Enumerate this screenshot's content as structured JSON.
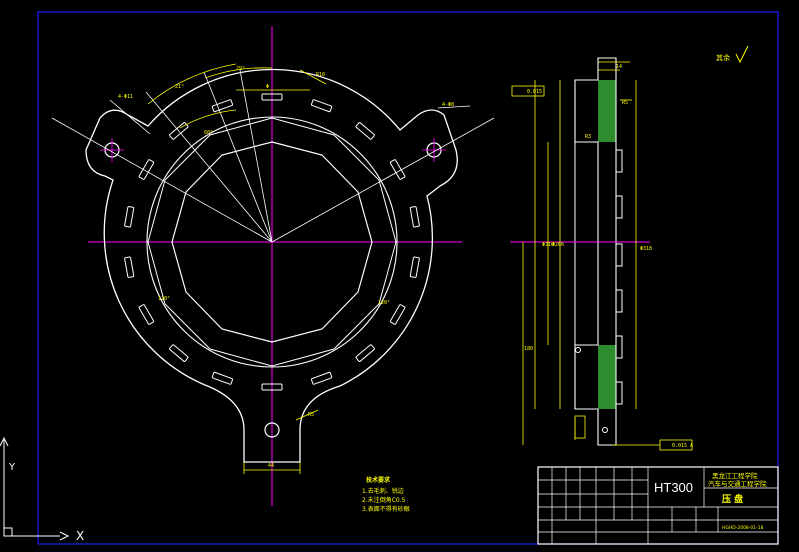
{
  "drawing": {
    "title_block": {
      "material": "HT300",
      "school_line1": "黑龙江工程学院",
      "school_line2": "汽车与交通工程学院",
      "part_name": "压 盘",
      "drawing_no": "HGHD-2008-01-18"
    },
    "tech_requirements": {
      "heading": "技术要求",
      "items": [
        "1.去毛刺、锐边",
        "2.未注倒角C0.5",
        "3.表面不得有砂眼"
      ]
    },
    "surface_note": "其余",
    "ucs": {
      "x_label": "X",
      "y_label": "Y"
    },
    "colors": {
      "frame": "#1a1aff",
      "outline": "#ffffff",
      "centerline": "#ff00ff",
      "dimension": "#ffff00",
      "section_hatch": "#2e8b2e",
      "background": "#000000"
    }
  }
}
